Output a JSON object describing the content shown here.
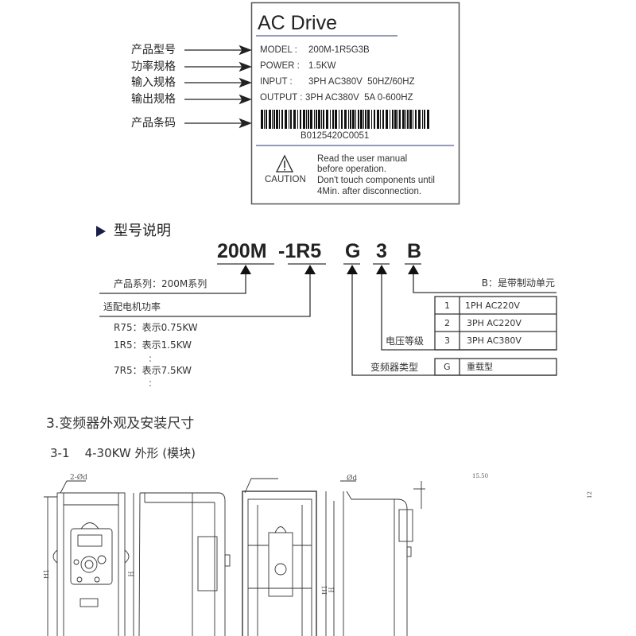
{
  "nameplate": {
    "title": "AC Drive",
    "rows": [
      {
        "key": "MODEL :",
        "value": "200M-1R5G3B"
      },
      {
        "key": "POWER :",
        "value": "1.5KW"
      },
      {
        "key": "INPUT :",
        "value": "3PH AC380V  50HZ/60HZ"
      },
      {
        "key": "OUTPUT :",
        "value": "3PH AC380V  5A 0-600HZ"
      }
    ],
    "barcode_text": "B0125420C0051",
    "caution_label": "CAUTION",
    "caution_lines": [
      "Read the user manual",
      "before operation.",
      "Don't touch components until",
      "4Min. after disconnection."
    ],
    "icon": "warning-triangle-icon"
  },
  "callouts": [
    "产品型号",
    "功率规格",
    "输入规格",
    "输出规格",
    "产品条码"
  ],
  "model_explain": {
    "heading": "型号说明",
    "code_parts": [
      "200M",
      "-1R5",
      "G",
      "3",
      "B"
    ],
    "series": "产品系列：200M系列",
    "power": "适配电机功率",
    "power_examples": [
      "R75：表示0.75KW",
      "1R5：表示1.5KW",
      "7R5：表示7.5KW"
    ],
    "brake": "B：是带制动单元",
    "voltage_label": "电压等级",
    "voltage_table": [
      {
        "code": "1",
        "desc": "1PH AC220V"
      },
      {
        "code": "2",
        "desc": "3PH AC220V"
      },
      {
        "code": "3",
        "desc": "3PH AC380V"
      }
    ],
    "type_label": "变频器类型",
    "type_table": {
      "code": "G",
      "desc": "重载型"
    },
    "accent_color": "#1a1f4a"
  },
  "section": {
    "title": "3.变频器外观及安装尺寸",
    "subtitle": "3-1    4-30KW 外形 (模块)",
    "dim_labels": [
      "2-Ød",
      "H1",
      "H",
      "Ød",
      "H1",
      "H",
      "15.50",
      "12"
    ]
  }
}
